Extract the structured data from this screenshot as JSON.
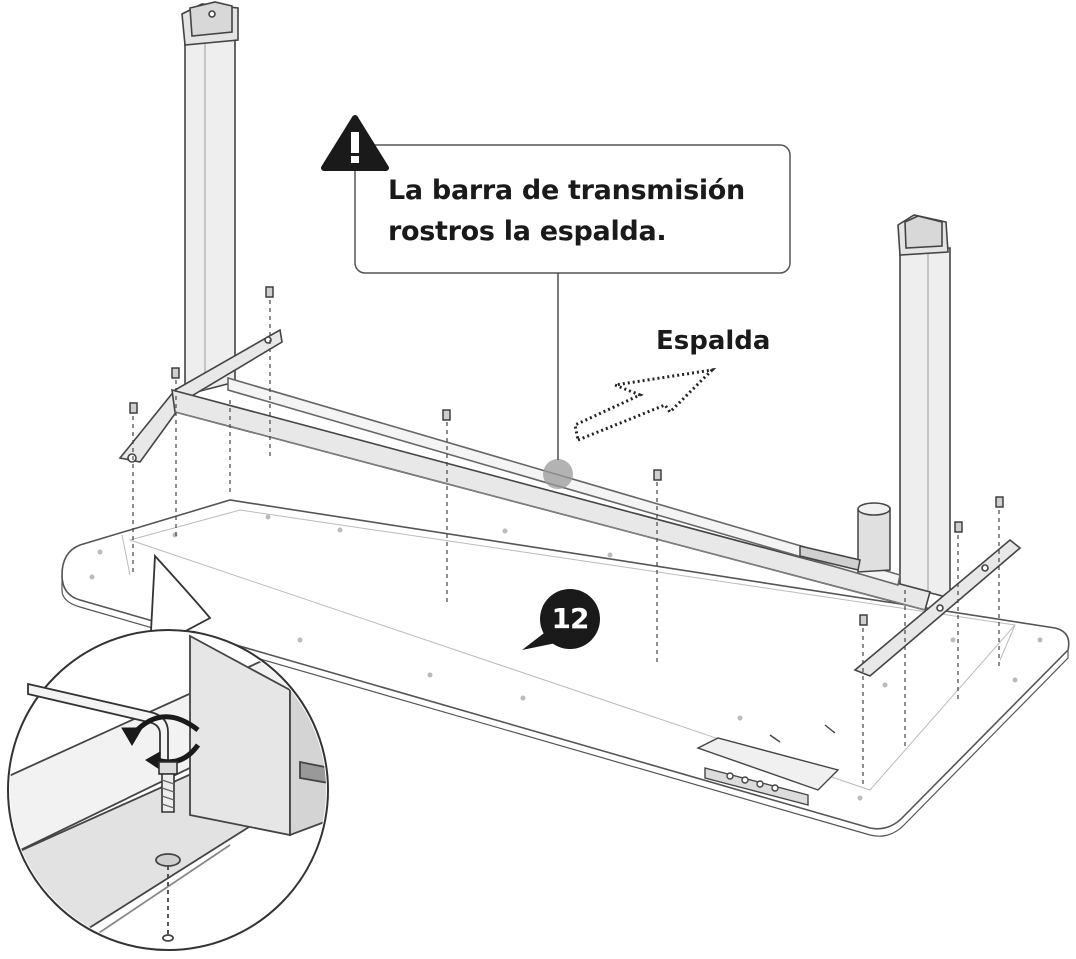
{
  "warning": {
    "icon": "warning-triangle-icon",
    "lines": [
      "La barra de transmisión",
      "rostros la espalda."
    ]
  },
  "direction": {
    "label": "Espalda",
    "icon": "dotted-arrow-icon"
  },
  "step": {
    "number": "12",
    "icon": "speech-bubble-icon"
  },
  "detail": {
    "icons": [
      "hex-key-icon",
      "rotate-arrow-icon",
      "screw-icon"
    ]
  },
  "colors": {
    "ink": "#1a1a1a",
    "line": "#444444",
    "metal": "#e8e8e8",
    "joint": "#9a9a9a"
  }
}
